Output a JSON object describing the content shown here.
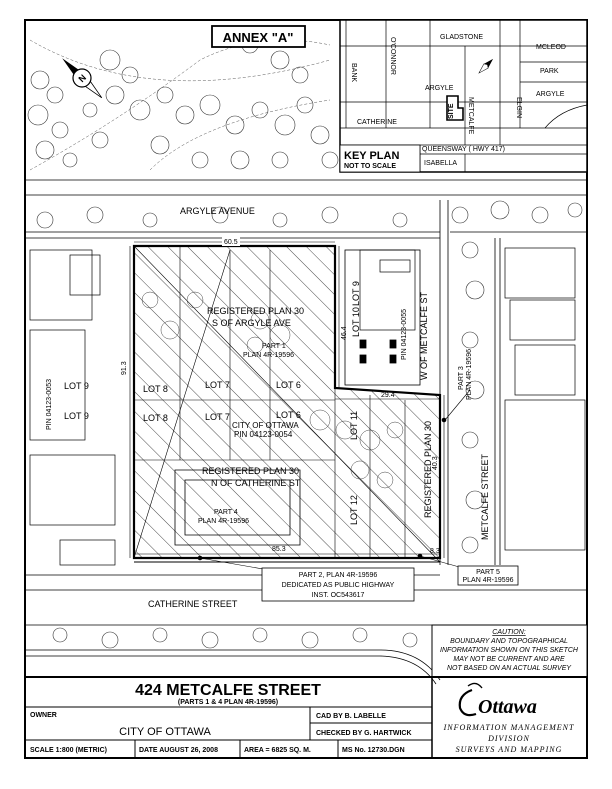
{
  "annex_title": "ANNEX \"A\"",
  "key_plan": {
    "title": "KEY PLAN",
    "subtitle": "NOT TO SCALE",
    "site_label": "SITE",
    "streets": {
      "gladstone": "GLADSTONE",
      "mcleod": "MCLEOD",
      "park": "PARK",
      "argyle_right": "ARGYLE",
      "argyle": "ARGYLE",
      "bank": "BANK",
      "oconnor": "O'CONNOR",
      "metcalfe": "METCALFE",
      "elgin": "ELGIN",
      "catherine": "CATHERINE",
      "queensway": "QUEENSWAY ( HWY 417)",
      "isabella": "ISABELLA"
    }
  },
  "map": {
    "argyle_avenue": "ARGYLE AVENUE",
    "catherine_street": "CATHERINE STREET",
    "metcalfe_street": "METCALFE STREET",
    "reg_plan_s_1": "REGISTERED   PLAN   30",
    "reg_plan_s_2": "S OF ARGYLE AVE",
    "part1_1": "PART 1",
    "part1_2": "PLAN 4R-19596",
    "reg_plan_n_1": "REGISTERED   PLAN   30",
    "reg_plan_n_2": "N OF CATHERINE ST",
    "part4_1": "PART 4",
    "part4_2": "PLAN 4R-19596",
    "city_owner_1": "CITY OF OTTAWA",
    "city_owner_2": "PIN 04123-0054",
    "lot9_left_a": "LOT 9",
    "lot9_left_b": "LOT 9",
    "lot8_a": "LOT 8",
    "lot8_b": "LOT 8",
    "lot7_a": "LOT 7",
    "lot7_b": "LOT 7",
    "lot6_a": "LOT 6",
    "lot6_b": "LOT 6",
    "lot10": "LOT 10",
    "lot9_right": "LOT 9",
    "lot11": "LOT 11",
    "lot12": "LOT 12",
    "pin_left": "PIN 04123-0053",
    "pin_right": "PIN 04123-0055",
    "w_of_metcalfe": "W OF METCALFE ST",
    "reg_plan_30_vertical": "REGISTERED   PLAN   30",
    "part3_1": "PART 3",
    "part3_2": "PLAN 4R-19596",
    "part2_1": "PART 2, PLAN 4R-19596",
    "part2_2": "DEDICATED AS PUBLIC HIGHWAY",
    "part2_3": "INST.  OC543617",
    "part5_1": "PART 5",
    "part5_2": "PLAN 4R-19596",
    "dims": {
      "d_top": "60.5",
      "d_left": "91.3",
      "d_mid_v": "46.4",
      "d_mid_h": "29.4",
      "d_right": "40.3",
      "d_bottom": "85.3",
      "d_corner": "8.3"
    }
  },
  "caution": {
    "title": "CAUTION:",
    "line1": "BOUNDARY AND TOPOGRAPHICAL",
    "line2": "INFORMATION SHOWN ON THIS SKETCH",
    "line3": "MAY NOT BE CURRENT AND ARE",
    "line4": "NOT BASED ON AN ACTUAL SURVEY"
  },
  "title_block": {
    "address": "424 METCALFE STREET",
    "parts": "(PARTS 1 & 4 PLAN 4R-19596)",
    "owner_label": "OWNER",
    "owner": "CITY OF OTTAWA",
    "cad_by": "CAD BY B. LABELLE",
    "checked_by": "CHECKED BY G. HARTWICK",
    "scale": "SCALE  1:800 (METRIC)",
    "date": "DATE AUGUST 26, 2008",
    "area": "AREA = 6825 SQ. M.",
    "ms_no": "MS No. 12730.DGN",
    "ottawa": "Ottawa",
    "dept1": "INFORMATION MANAGEMENT",
    "dept2": "DIVISION",
    "dept3": "SURVEYS AND MAPPING"
  },
  "north_label": "N"
}
